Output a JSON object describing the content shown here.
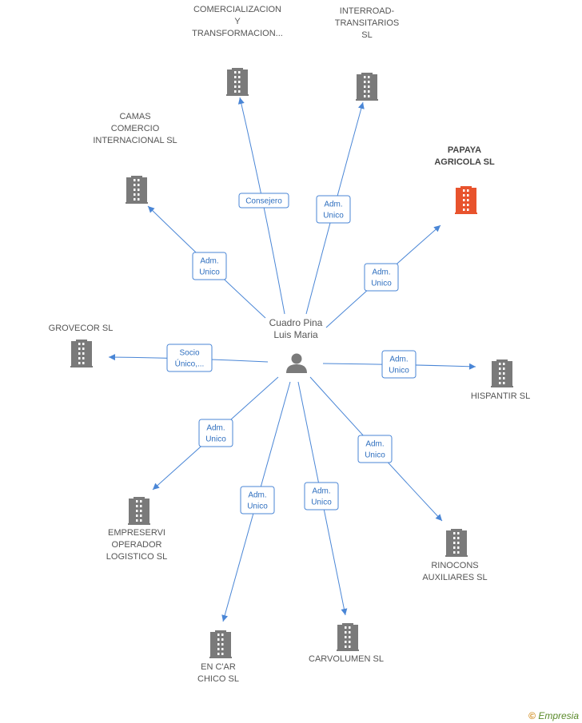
{
  "center": {
    "name": [
      "Cuadro Pina",
      "Luis Maria"
    ],
    "icon": "person-icon"
  },
  "companies": [
    {
      "id": "comercializacion",
      "name": [
        "COMERCIALIZACION",
        "Y",
        "TRANSFORMACION..."
      ],
      "role": [
        "Consejero"
      ],
      "highlight": false
    },
    {
      "id": "interroad",
      "name": [
        "INTERROAD-",
        "TRANSITARIOS",
        "SL"
      ],
      "role": [
        "Adm.",
        "Unico"
      ],
      "highlight": false
    },
    {
      "id": "camas",
      "name": [
        "CAMAS",
        "COMERCIO",
        "INTERNACIONAL SL"
      ],
      "role": [
        "Adm.",
        "Unico"
      ],
      "highlight": false
    },
    {
      "id": "papaya",
      "name": [
        "PAPAYA",
        "AGRICOLA SL"
      ],
      "role": [
        "Adm.",
        "Unico"
      ],
      "highlight": true
    },
    {
      "id": "grovecor",
      "name": [
        "GROVECOR SL"
      ],
      "role": [
        "Socio",
        "Único,..."
      ],
      "highlight": false
    },
    {
      "id": "hispantir",
      "name": [
        "HISPANTIR SL"
      ],
      "role": [
        "Adm.",
        "Unico"
      ],
      "highlight": false
    },
    {
      "id": "empreservi",
      "name": [
        "EMPRESERVI",
        "OPERADOR",
        "LOGISTICO SL"
      ],
      "role": [
        "Adm.",
        "Unico"
      ],
      "highlight": false
    },
    {
      "id": "rinocons",
      "name": [
        "RINOCONS",
        "AUXILIARES SL"
      ],
      "role": [
        "Adm.",
        "Unico"
      ],
      "highlight": false
    },
    {
      "id": "encar",
      "name": [
        "EN C'AR",
        "CHICO SL"
      ],
      "role": [
        "Adm.",
        "Unico"
      ],
      "highlight": false
    },
    {
      "id": "carvolumen",
      "name": [
        "CARVOLUMEN SL"
      ],
      "role": [
        "Adm.",
        "Unico"
      ],
      "highlight": false
    }
  ],
  "colors": {
    "edge": "#4a86d6",
    "building": "#7a7a7a",
    "highlight": "#e8532d",
    "person": "#7a7a7a"
  },
  "credit": {
    "symbol": "©",
    "brand": "Empresia"
  }
}
